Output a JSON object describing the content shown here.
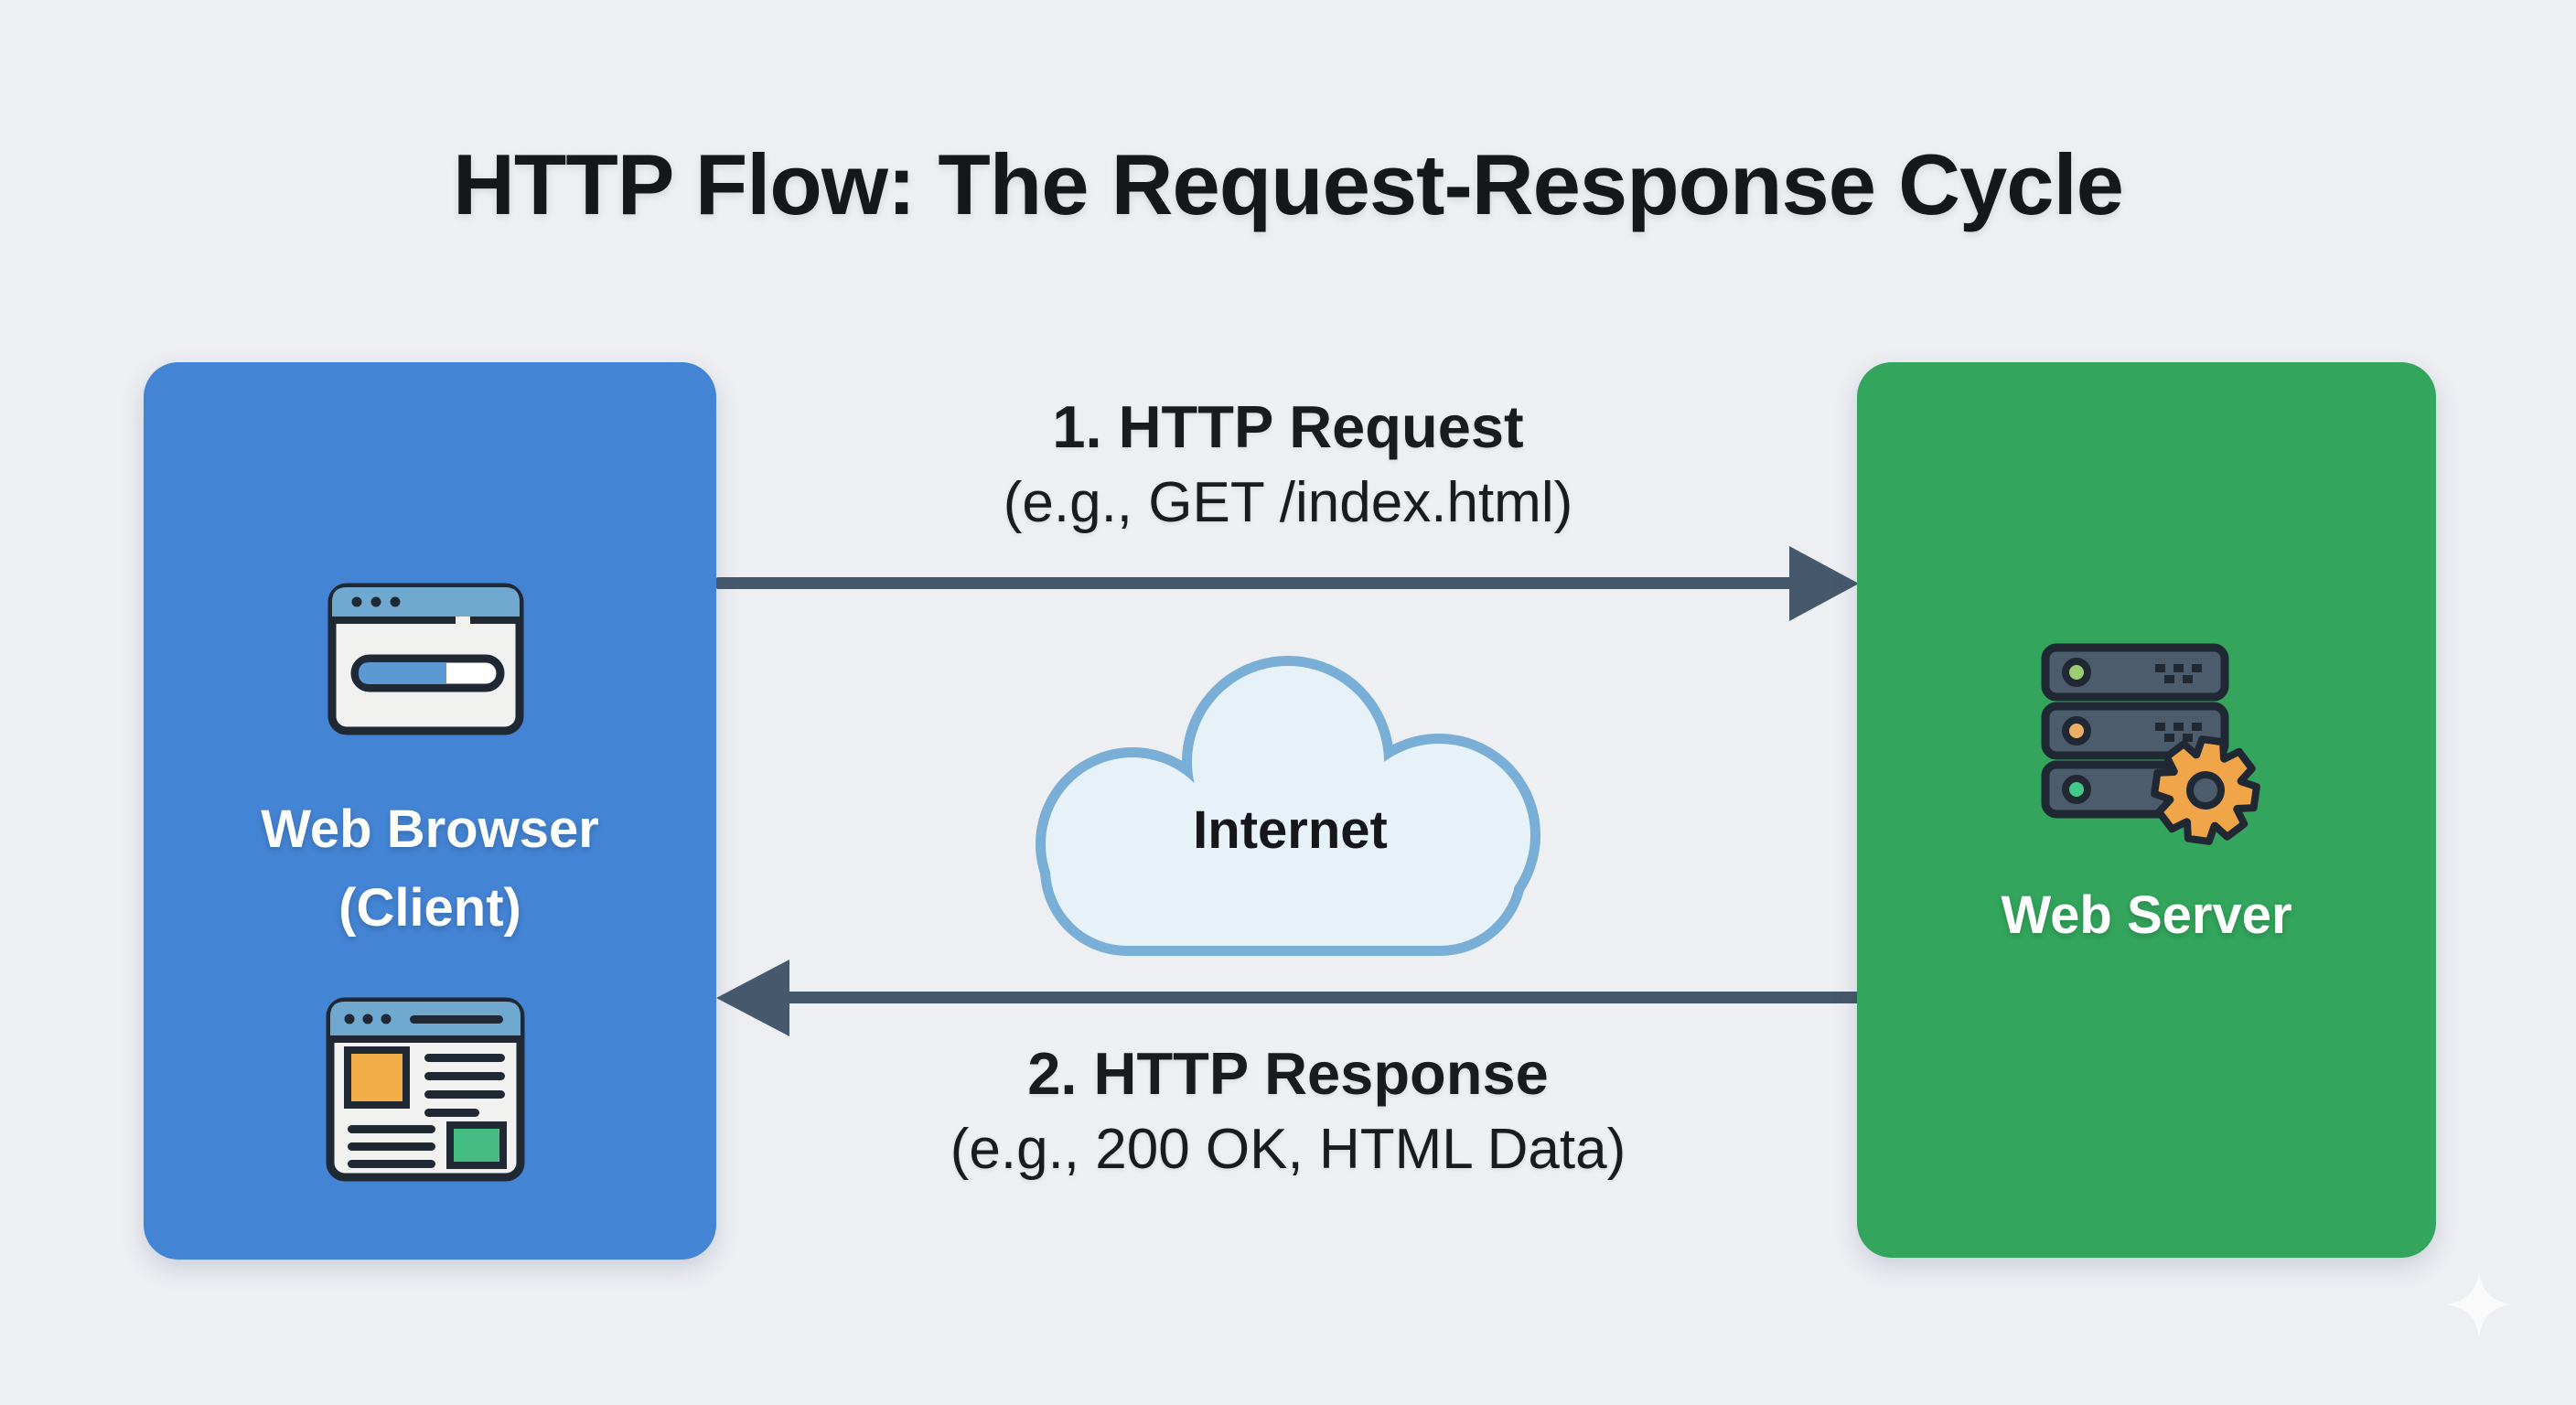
{
  "title": "HTTP Flow: The Request-Response Cycle",
  "client_box": {
    "label_line1": "Web Browser",
    "label_line2": "(Client)"
  },
  "server_box": {
    "label": "Web Server"
  },
  "cloud": {
    "label": "Internet"
  },
  "request_arrow": {
    "label": "1. HTTP Request",
    "example": "(e.g., GET /index.html)"
  },
  "response_arrow": {
    "label": "2. HTTP Response",
    "example": "(e.g., 200 OK, HTML Data)"
  },
  "icons": {
    "client_top": "browser-window-loading-icon",
    "client_bottom": "webpage-content-icon",
    "server": "server-rack-icon",
    "server_overlay": "gear-icon",
    "center": "cloud-icon",
    "watermark": "sparkle-icon"
  },
  "colors": {
    "background": "#edeff3",
    "client_box": "#4484d4",
    "server_box": "#33a55c",
    "arrow": "#46586c",
    "title_text": "#15171a",
    "label_text": "#191b1e",
    "box_text": "#ffffff",
    "cloud_fill": "#e6f1f8",
    "cloud_border": "#79aed6",
    "icon_outline": "#1f2833",
    "icon_header_blue": "#6fa9cf",
    "icon_body": "#f1f2f0",
    "pill_blue": "#5b99d2",
    "rack_fill": "#4d5c6d",
    "led_green": "#9ccb72",
    "led_orange": "#efaf63",
    "led_teal": "#41c98b",
    "gear_orange": "#f0a648",
    "page_orange": "#f3ae4a",
    "page_green": "#45bd82",
    "sparkle": "#ffffff"
  }
}
